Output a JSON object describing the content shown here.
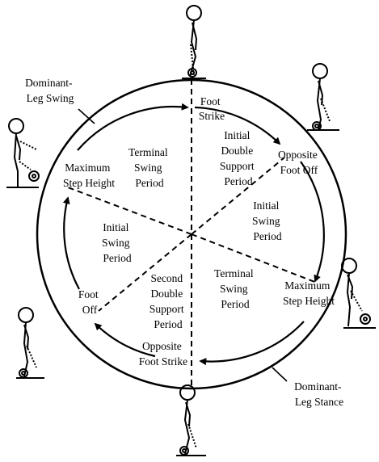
{
  "outer_labels": {
    "swing": [
      "Dominant-",
      "Leg Swing"
    ],
    "stance": [
      "Dominant-",
      "Leg Stance"
    ]
  },
  "events": {
    "foot_strike": [
      "Foot",
      "Strike"
    ],
    "opposite_foot_off": [
      "Opposite",
      "Foot Off"
    ],
    "max_step_height_right": [
      "Maximum",
      "Step Height"
    ],
    "opposite_foot_strike": [
      "Opposite",
      "Foot Strike"
    ],
    "foot_off": [
      "Foot",
      "Off"
    ],
    "max_step_height_left": [
      "Maximum",
      "Step Height"
    ]
  },
  "periods": {
    "initial_double_support": [
      "Initial",
      "Double",
      "Support",
      "Period"
    ],
    "initial_swing_right": [
      "Initial",
      "Swing",
      "Period"
    ],
    "terminal_swing_right": [
      "Terminal",
      "Swing",
      "Period"
    ],
    "second_double_support": [
      "Second",
      "Double",
      "Support",
      "Period"
    ],
    "initial_swing_left": [
      "Initial",
      "Swing",
      "Period"
    ],
    "terminal_swing_left": [
      "Terminal",
      "Swing",
      "Period"
    ]
  },
  "icons": [
    "stick-figure-icon"
  ]
}
